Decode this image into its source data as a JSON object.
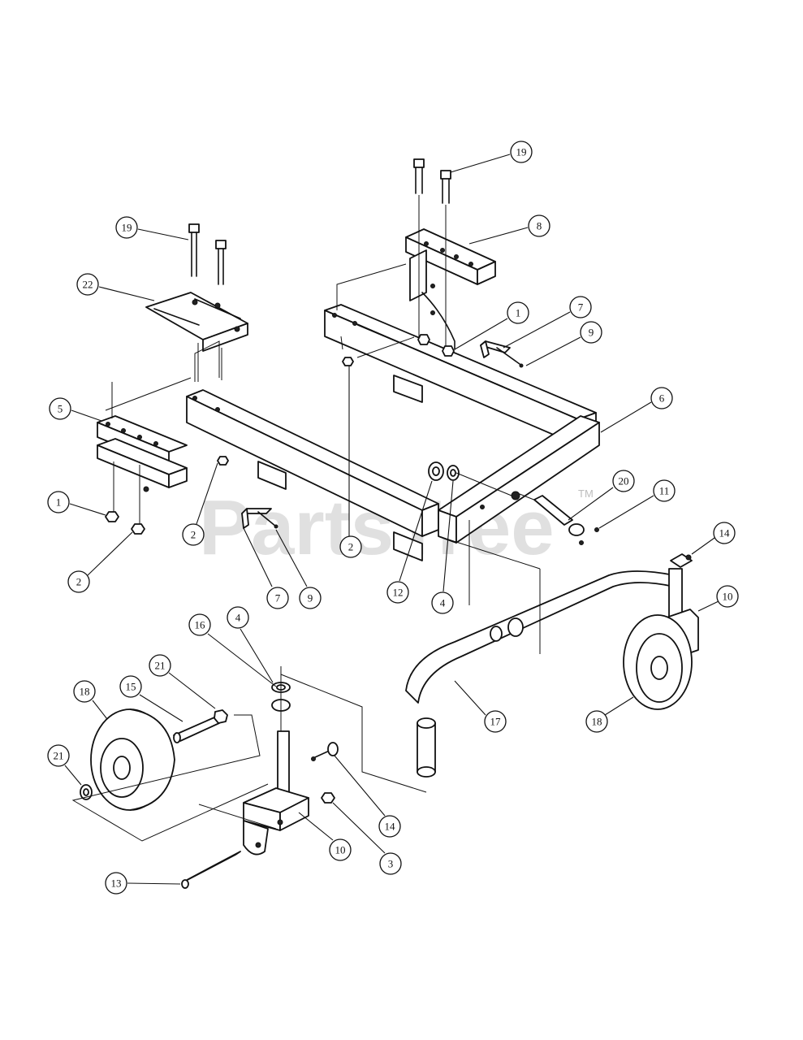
{
  "watermark": {
    "text": "PartsTree",
    "trademark": "TM"
  },
  "callouts": [
    {
      "id": "c19a",
      "label": "19"
    },
    {
      "id": "c8",
      "label": "8"
    },
    {
      "id": "c19b",
      "label": "19"
    },
    {
      "id": "c22",
      "label": "22"
    },
    {
      "id": "c1a",
      "label": "1"
    },
    {
      "id": "c7a",
      "label": "7"
    },
    {
      "id": "c9a",
      "label": "9"
    },
    {
      "id": "c5",
      "label": "5"
    },
    {
      "id": "c6",
      "label": "6"
    },
    {
      "id": "c20",
      "label": "20"
    },
    {
      "id": "c11",
      "label": "11"
    },
    {
      "id": "c1b",
      "label": "1"
    },
    {
      "id": "c2a",
      "label": "2"
    },
    {
      "id": "c2b",
      "label": "2"
    },
    {
      "id": "c2c",
      "label": "2"
    },
    {
      "id": "c7b",
      "label": "7"
    },
    {
      "id": "c9b",
      "label": "9"
    },
    {
      "id": "c12",
      "label": "12"
    },
    {
      "id": "c4a",
      "label": "4"
    },
    {
      "id": "c14a",
      "label": "14"
    },
    {
      "id": "c10a",
      "label": "10"
    },
    {
      "id": "c16",
      "label": "16"
    },
    {
      "id": "c4b",
      "label": "4"
    },
    {
      "id": "c21a",
      "label": "21"
    },
    {
      "id": "c18a",
      "label": "18"
    },
    {
      "id": "c15",
      "label": "15"
    },
    {
      "id": "c17",
      "label": "17"
    },
    {
      "id": "c18b",
      "label": "18"
    },
    {
      "id": "c21b",
      "label": "21"
    },
    {
      "id": "c14b",
      "label": "14"
    },
    {
      "id": "c10b",
      "label": "10"
    },
    {
      "id": "c3",
      "label": "3"
    },
    {
      "id": "c13",
      "label": "13"
    }
  ]
}
